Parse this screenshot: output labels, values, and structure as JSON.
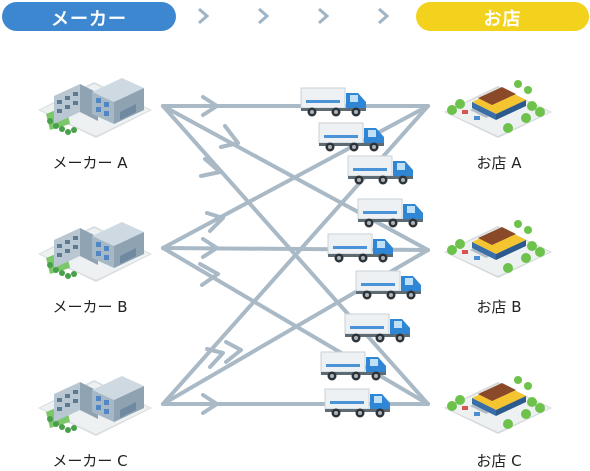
{
  "header": {
    "maker_label": "メーカー",
    "store_label": "お店",
    "colors": {
      "maker": "#3d87d0",
      "store": "#f2d21d",
      "chevron": "#9fb4c4"
    }
  },
  "makers": [
    {
      "label": "メーカー A",
      "icon": "factory-icon"
    },
    {
      "label": "メーカー B",
      "icon": "factory-icon"
    },
    {
      "label": "メーカー C",
      "icon": "factory-icon"
    }
  ],
  "stores": [
    {
      "label": "お店 A",
      "icon": "store-icon"
    },
    {
      "label": "お店 B",
      "icon": "store-icon"
    },
    {
      "label": "お店 C",
      "icon": "store-icon"
    }
  ],
  "trucks": {
    "count": 9,
    "icon": "truck-icon"
  },
  "routes": {
    "description_icon": "arrow-icon",
    "color": "#a9b9c6"
  }
}
